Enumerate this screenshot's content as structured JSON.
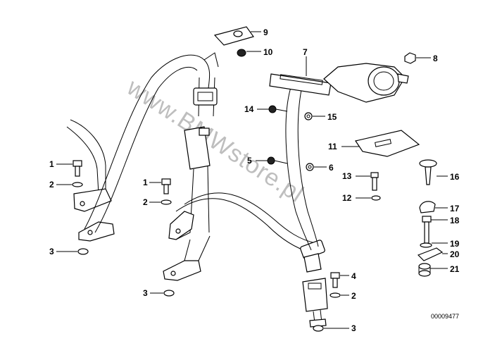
{
  "callouts": {
    "c1a": "1",
    "c2a": "2",
    "c3a": "3",
    "c1b": "1",
    "c2b": "2",
    "c3b": "3",
    "c4": "4",
    "c2c": "2",
    "c3c": "3",
    "c5": "5",
    "c6": "6",
    "c7": "7",
    "c8": "8",
    "c9": "9",
    "c10": "10",
    "c11": "11",
    "c12": "12",
    "c13": "13",
    "c14": "14",
    "c15": "15",
    "c16": "16",
    "c17": "17",
    "c18": "18",
    "c19": "19",
    "c20": "20",
    "c21": "21"
  },
  "watermark": "www.BMWstore.pl",
  "document_id": "00009477"
}
